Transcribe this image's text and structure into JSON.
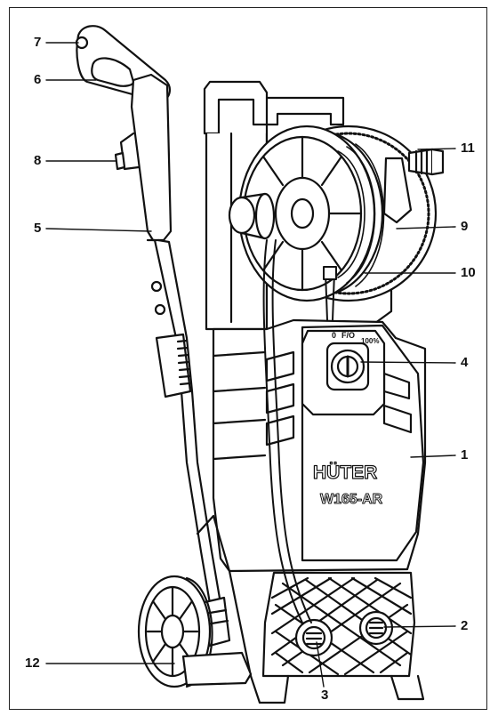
{
  "brand_logo_text": "HÜTER",
  "model_label": "W165-AR",
  "dial_marks": {
    "a": "0",
    "b": "F/O",
    "c": "100%"
  },
  "callouts": [
    "1",
    "2",
    "3",
    "4",
    "5",
    "6",
    "7",
    "8",
    "9",
    "10",
    "11",
    "12"
  ]
}
